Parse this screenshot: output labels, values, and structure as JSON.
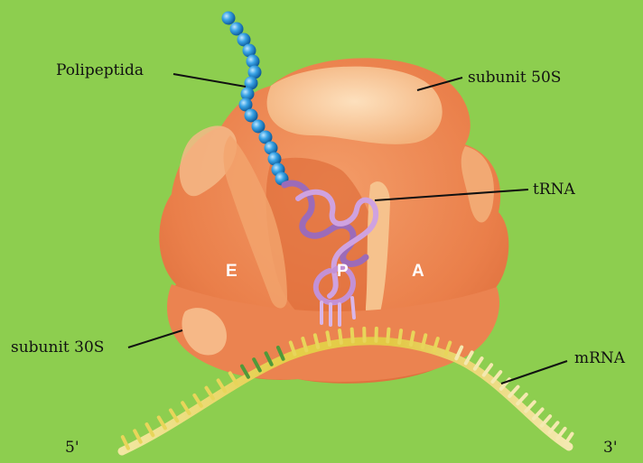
{
  "labels": {
    "polipeptida": "Polipeptida",
    "subunit_50s": "subunit 50S",
    "trna": "tRNA",
    "subunit_30s": "subunit 30S",
    "mrna": "mRNA",
    "five_prime": "5'",
    "three_prime": "3'"
  },
  "sites": {
    "e": "E",
    "p": "P",
    "a": "A"
  },
  "colors": {
    "background": "#8dce4f",
    "ribosome": "#ee8a55",
    "ribosome_light": "#f7c79a",
    "polypeptide": "#2d9ad8",
    "trna": "#c391d6",
    "mrna": "#e2d25a"
  }
}
